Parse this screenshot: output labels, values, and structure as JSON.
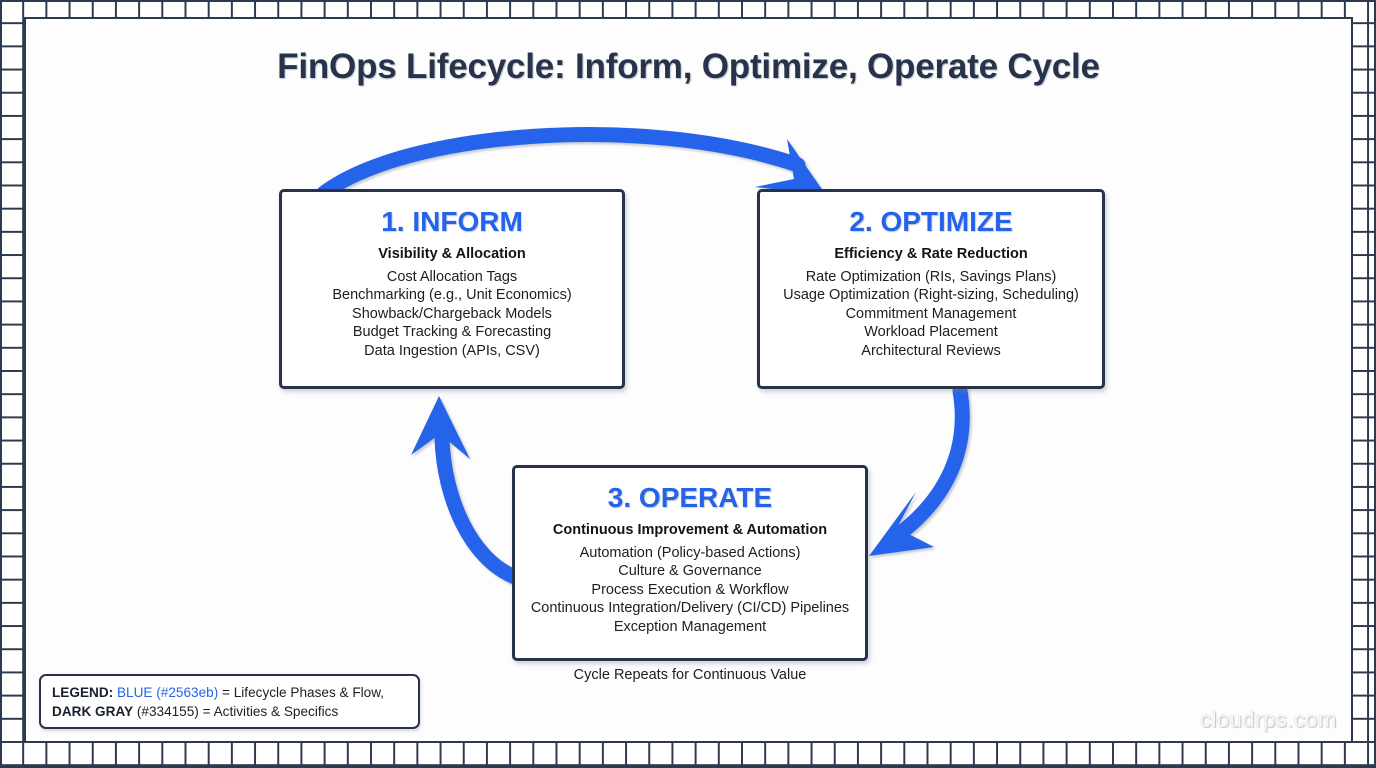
{
  "title": "FinOps Lifecycle: Inform, Optimize, Operate Cycle",
  "colors": {
    "blue": "#2563eb",
    "dark_gray": "#334155",
    "box_border": "#26334a",
    "canvas": "#fdfdfd"
  },
  "phases": [
    {
      "heading": "1. INFORM",
      "subtitle": "Visibility & Allocation",
      "items": [
        "Cost Allocation Tags",
        "Benchmarking (e.g., Unit Economics)",
        "Showback/Chargeback Models",
        "Budget Tracking & Forecasting",
        "Data Ingestion (APIs, CSV)"
      ]
    },
    {
      "heading": "2. OPTIMIZE",
      "subtitle": "Efficiency & Rate Reduction",
      "items": [
        "Rate Optimization (RIs, Savings Plans)",
        "Usage Optimization (Right-sizing, Scheduling)",
        "Commitment Management",
        "Workload Placement",
        "Architectural Reviews"
      ]
    },
    {
      "heading": "3. OPERATE",
      "subtitle": "Continuous Improvement & Automation",
      "items": [
        "Automation (Policy-based Actions)",
        "Culture & Governance",
        "Process Execution & Workflow",
        "Continuous Integration/Delivery (CI/CD) Pipelines",
        "Exception Management"
      ]
    }
  ],
  "flow": {
    "caption": "Cycle Repeats for Continuous Value",
    "arrows": [
      {
        "name": "inform-to-optimize",
        "direction": "top arc, left to right"
      },
      {
        "name": "optimize-to-operate",
        "direction": "right arc, top to bottom-left"
      },
      {
        "name": "operate-to-inform",
        "direction": "left arc, bottom to top"
      }
    ]
  },
  "legend": {
    "label": "LEGEND:",
    "blue_term": "BLUE",
    "blue_hex": "(#2563eb)",
    "blue_meaning": "= Lifecycle Phases & Flow,",
    "gray_term": "DARK GRAY",
    "gray_hex": "(#334155)",
    "gray_meaning": "= Activities & Specifics"
  },
  "watermark": "cloudrps.com"
}
